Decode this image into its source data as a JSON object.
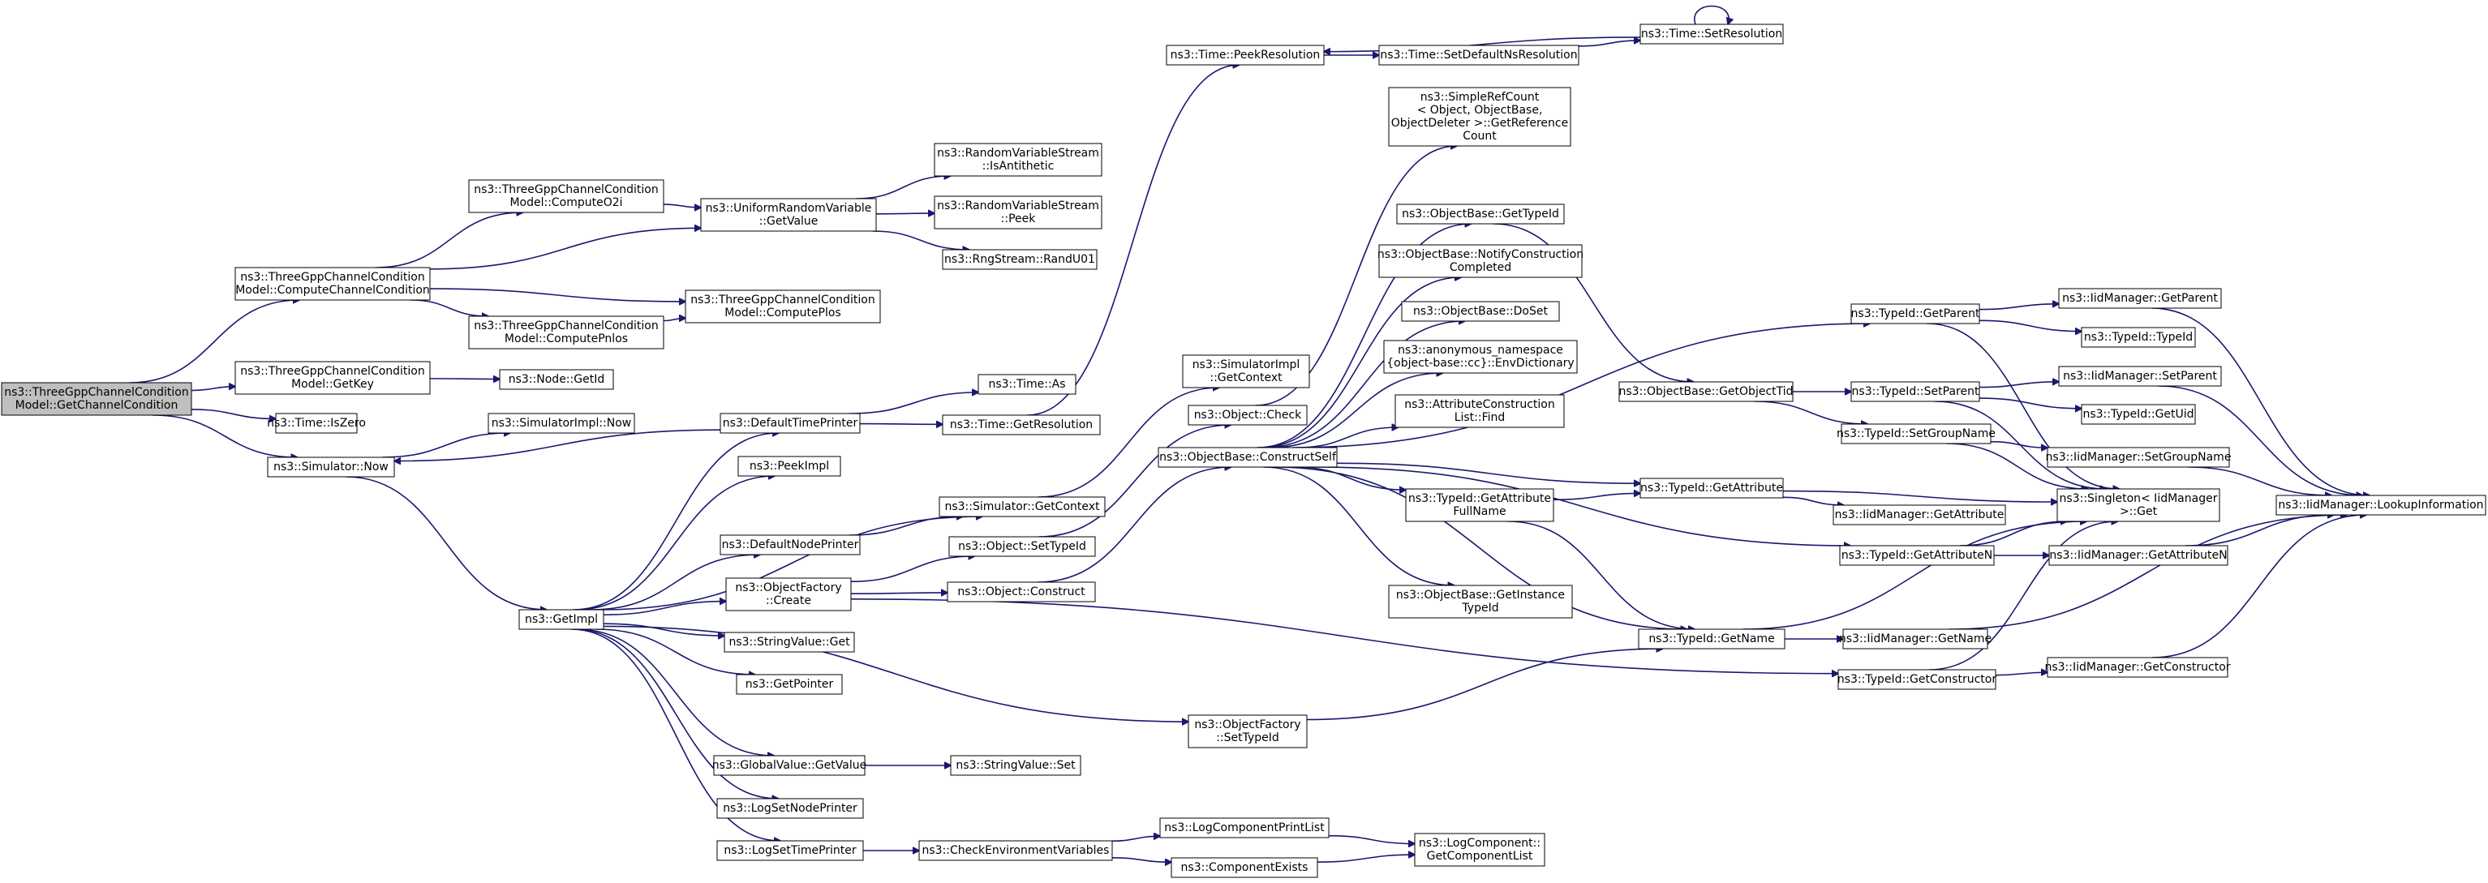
{
  "nodes": [
    {
      "id": "root",
      "lines": [
        "ns3::ThreeGppChannelCondition",
        "Model::GetChannelCondition"
      ]
    },
    {
      "id": "compute_cc",
      "lines": [
        "ns3::ThreeGppChannelCondition",
        "Model::ComputeChannelCondition"
      ]
    },
    {
      "id": "getkey",
      "lines": [
        "ns3::ThreeGppChannelCondition",
        "Model::GetKey"
      ]
    },
    {
      "id": "iszero",
      "lines": [
        "ns3::Time::IsZero"
      ]
    },
    {
      "id": "sim_now",
      "lines": [
        "ns3::Simulator::Now"
      ]
    },
    {
      "id": "compute_o2i",
      "lines": [
        "ns3::ThreeGppChannelCondition",
        "Model::ComputeO2i"
      ]
    },
    {
      "id": "compute_pnlos",
      "lines": [
        "ns3::ThreeGppChannelCondition",
        "Model::ComputePnlos"
      ]
    },
    {
      "id": "compute_plos",
      "lines": [
        "ns3::ThreeGppChannelCondition",
        "Model::ComputePlos"
      ]
    },
    {
      "id": "urv_getvalue",
      "lines": [
        "ns3::UniformRandomVariable",
        "::GetValue"
      ]
    },
    {
      "id": "rvs_isanti",
      "lines": [
        "ns3::RandomVariableStream",
        "::IsAntithetic"
      ]
    },
    {
      "id": "rvs_peek",
      "lines": [
        "ns3::RandomVariableStream",
        "::Peek"
      ]
    },
    {
      "id": "randu01",
      "lines": [
        "ns3::RngStream::RandU01"
      ]
    },
    {
      "id": "node_getid",
      "lines": [
        "ns3::Node::GetId"
      ]
    },
    {
      "id": "simimpl_now",
      "lines": [
        "ns3::SimulatorImpl::Now"
      ]
    },
    {
      "id": "getimpl",
      "lines": [
        "ns3::GetImpl"
      ]
    },
    {
      "id": "default_time_printer",
      "lines": [
        "ns3::DefaultTimePrinter"
      ]
    },
    {
      "id": "peekimpl",
      "lines": [
        "ns3::PeekImpl"
      ]
    },
    {
      "id": "default_node_printer",
      "lines": [
        "ns3::DefaultNodePrinter"
      ]
    },
    {
      "id": "of_create",
      "lines": [
        "ns3::ObjectFactory",
        "::Create"
      ]
    },
    {
      "id": "stringvalue_get",
      "lines": [
        "ns3::StringValue::Get"
      ]
    },
    {
      "id": "getpointer",
      "lines": [
        "ns3::GetPointer"
      ]
    },
    {
      "id": "gv_getvalue",
      "lines": [
        "ns3::GlobalValue::GetValue"
      ]
    },
    {
      "id": "logsetnodeprinter",
      "lines": [
        "ns3::LogSetNodePrinter"
      ]
    },
    {
      "id": "logsettimeprinter",
      "lines": [
        "ns3::LogSetTimePrinter"
      ]
    },
    {
      "id": "time_as",
      "lines": [
        "ns3::Time::As"
      ]
    },
    {
      "id": "time_getresolution",
      "lines": [
        "ns3::Time::GetResolution"
      ]
    },
    {
      "id": "sim_getcontext",
      "lines": [
        "ns3::Simulator::GetContext"
      ]
    },
    {
      "id": "obj_settypeid",
      "lines": [
        "ns3::Object::SetTypeId"
      ]
    },
    {
      "id": "obj_construct",
      "lines": [
        "ns3::Object::Construct"
      ]
    },
    {
      "id": "stringvalue_set",
      "lines": [
        "ns3::StringValue::Set"
      ]
    },
    {
      "id": "check_env",
      "lines": [
        "ns3::CheckEnvironmentVariables"
      ]
    },
    {
      "id": "time_peekres",
      "lines": [
        "ns3::Time::PeekResolution"
      ]
    },
    {
      "id": "simimpl_getcontext",
      "lines": [
        "ns3::SimulatorImpl",
        "::GetContext"
      ]
    },
    {
      "id": "obj_check",
      "lines": [
        "ns3::Object::Check"
      ]
    },
    {
      "id": "ob_constructself",
      "lines": [
        "ns3::ObjectBase::ConstructSelf"
      ]
    },
    {
      "id": "of_settypeid",
      "lines": [
        "ns3::ObjectFactory",
        "::SetTypeId"
      ]
    },
    {
      "id": "logcomp_printlist",
      "lines": [
        "ns3::LogComponentPrintList"
      ]
    },
    {
      "id": "component_exists",
      "lines": [
        "ns3::ComponentExists"
      ]
    },
    {
      "id": "time_setdefaultnsres",
      "lines": [
        "ns3::Time::SetDefaultNsResolution"
      ]
    },
    {
      "id": "time_setresolution",
      "lines": [
        "ns3::Time::SetResolution"
      ]
    },
    {
      "id": "simplerefcount",
      "lines": [
        "ns3::SimpleRefCount",
        "< Object, ObjectBase,",
        "ObjectDeleter >::GetReference",
        "Count"
      ]
    },
    {
      "id": "ob_gettypeid",
      "lines": [
        "ns3::ObjectBase::GetTypeId"
      ]
    },
    {
      "id": "ob_notify",
      "lines": [
        "ns3::ObjectBase::NotifyConstruction",
        "Completed"
      ]
    },
    {
      "id": "ob_doset",
      "lines": [
        "ns3::ObjectBase::DoSet"
      ]
    },
    {
      "id": "anon_envdict",
      "lines": [
        "ns3::anonymous_namespace",
        "{object-base::cc}::EnvDictionary"
      ]
    },
    {
      "id": "acl_find",
      "lines": [
        "ns3::AttributeConstruction",
        "List::Find"
      ]
    },
    {
      "id": "tid_getattrfullname",
      "lines": [
        "ns3::TypeId::GetAttribute",
        "FullName"
      ]
    },
    {
      "id": "ob_getinstancetypeid",
      "lines": [
        "ns3::ObjectBase::GetInstance",
        "TypeId"
      ]
    },
    {
      "id": "logcomp_getlist",
      "lines": [
        "ns3::LogComponent::",
        "GetComponentList"
      ]
    },
    {
      "id": "ob_getobjecttid",
      "lines": [
        "ns3::ObjectBase::GetObjectTid"
      ]
    },
    {
      "id": "tid_getattribute",
      "lines": [
        "ns3::TypeId::GetAttribute"
      ]
    },
    {
      "id": "tid_getname",
      "lines": [
        "ns3::TypeId::GetName"
      ]
    },
    {
      "id": "tid_getparent",
      "lines": [
        "ns3::TypeId::GetParent"
      ]
    },
    {
      "id": "tid_setparent",
      "lines": [
        "ns3::TypeId::SetParent"
      ]
    },
    {
      "id": "tid_setgroupname",
      "lines": [
        "ns3::TypeId::SetGroupName"
      ]
    },
    {
      "id": "tid_getattributen",
      "lines": [
        "ns3::TypeId::GetAttributeN"
      ]
    },
    {
      "id": "tid_getconstructor",
      "lines": [
        "ns3::TypeId::GetConstructor"
      ]
    },
    {
      "id": "iidm_getattribute",
      "lines": [
        "ns3::IidManager::GetAttribute"
      ]
    },
    {
      "id": "iidm_getparent",
      "lines": [
        "ns3::IidManager::GetParent"
      ]
    },
    {
      "id": "tid_typeid",
      "lines": [
        "ns3::TypeId::TypeId"
      ]
    },
    {
      "id": "iidm_setparent",
      "lines": [
        "ns3::IidManager::SetParent"
      ]
    },
    {
      "id": "tid_getuid",
      "lines": [
        "ns3::TypeId::GetUid"
      ]
    },
    {
      "id": "iidm_setgroupname",
      "lines": [
        "ns3::IidManager::SetGroupName"
      ]
    },
    {
      "id": "singleton_get",
      "lines": [
        "ns3::Singleton< IidManager",
        "  >::Get"
      ]
    },
    {
      "id": "iidm_getattributen",
      "lines": [
        "ns3::IidManager::GetAttributeN"
      ]
    },
    {
      "id": "iidm_getname",
      "lines": [
        "ns3::IidManager::GetName"
      ]
    },
    {
      "id": "iidm_getconstructor",
      "lines": [
        "ns3::IidManager::GetConstructor"
      ]
    },
    {
      "id": "iidm_lookupinfo",
      "lines": [
        "ns3::IidManager::LookupInformation"
      ]
    }
  ]
}
